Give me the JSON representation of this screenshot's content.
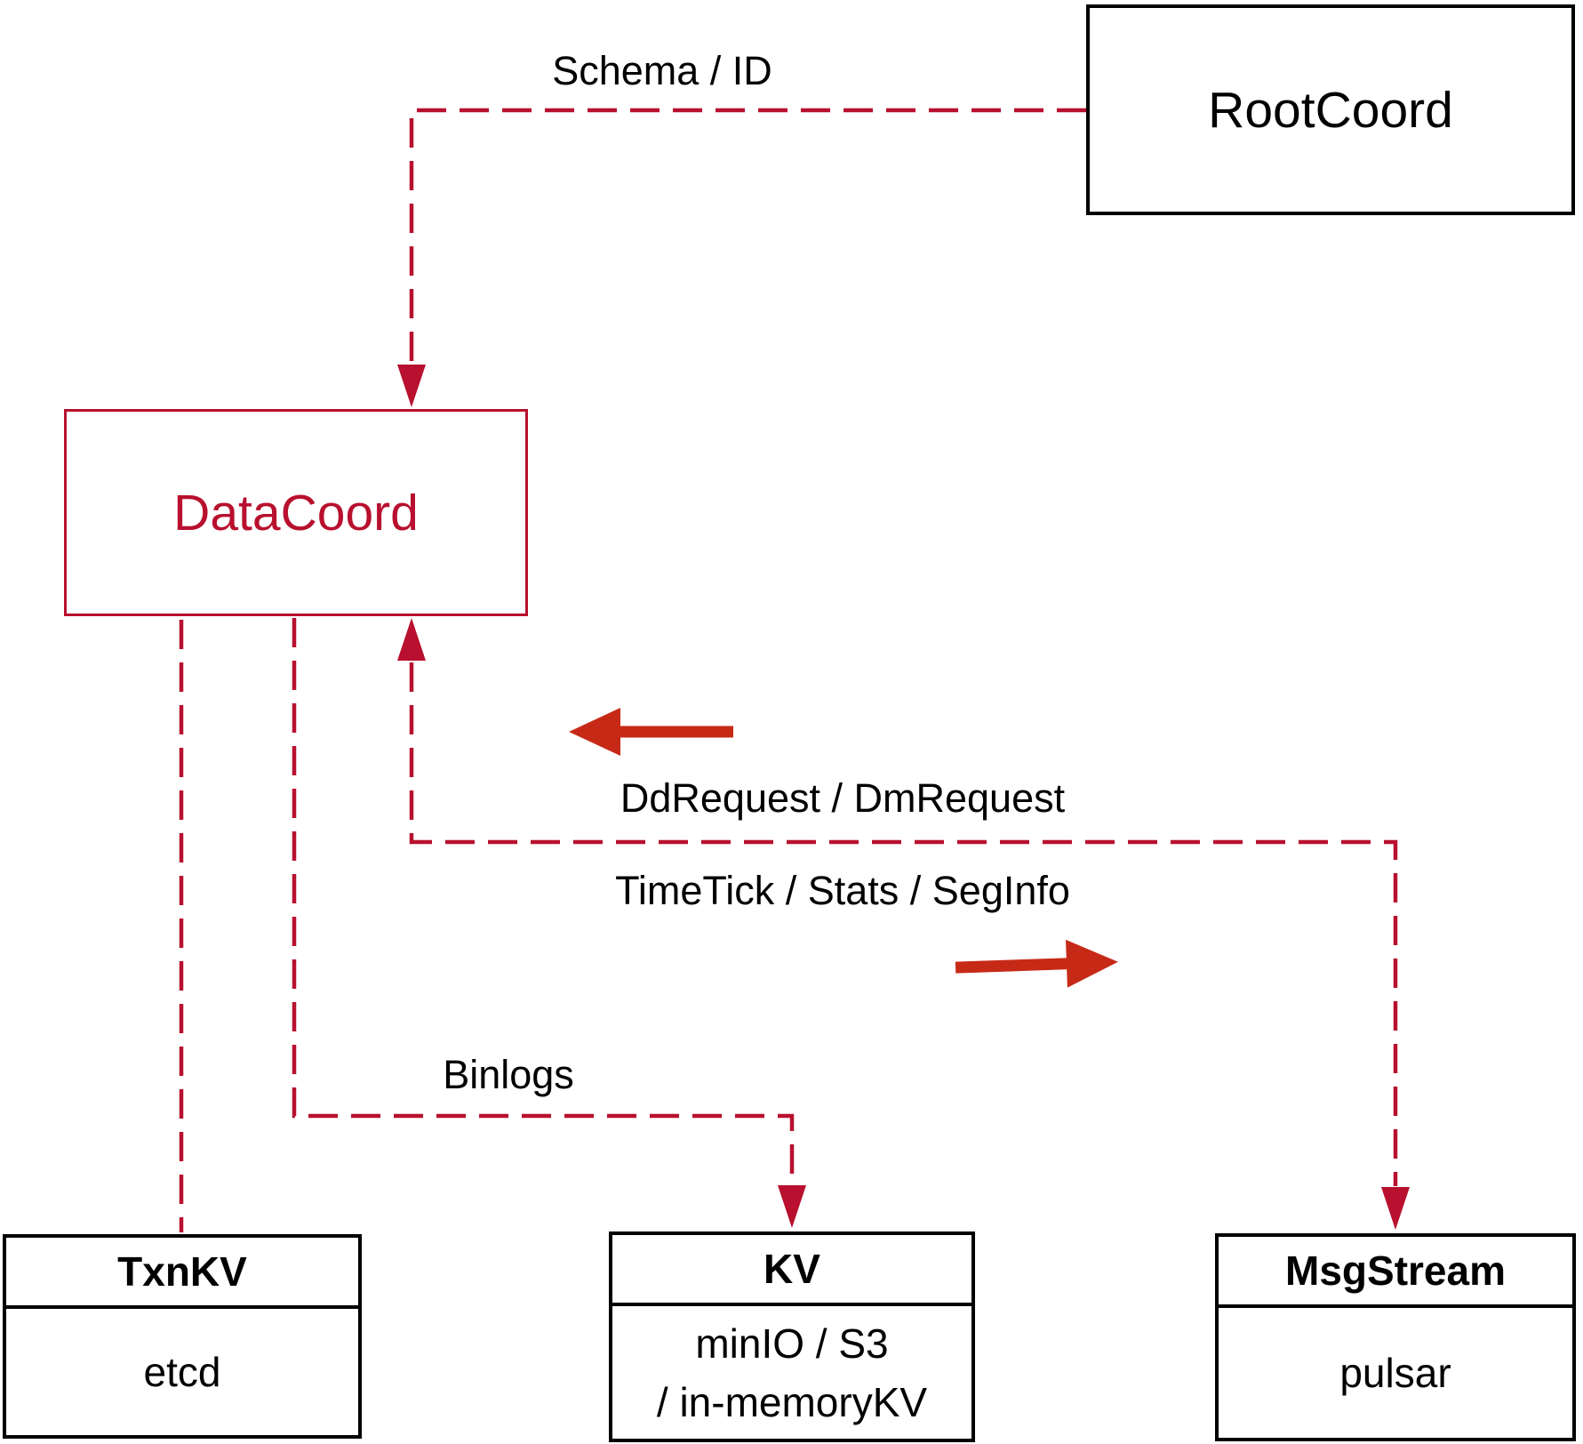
{
  "diagram": {
    "colors": {
      "dashed_connector": "#B8102E",
      "solid_arrow": "#C62A17",
      "box_border": "#000000",
      "accent_box": "#B8102E"
    },
    "nodes": {
      "root_coord": {
        "label": "RootCoord"
      },
      "data_coord": {
        "label": "DataCoord"
      },
      "txn_kv": {
        "title": "TxnKV",
        "body": [
          "etcd"
        ]
      },
      "kv": {
        "title": "KV",
        "body": [
          "minIO / S3",
          "/ in-memoryKV"
        ]
      },
      "msg_stream": {
        "title": "MsgStream",
        "body": [
          "pulsar"
        ]
      }
    },
    "edge_labels": {
      "schema_id": "Schema / ID",
      "dd_request": "DdRequest / DmRequest",
      "time_tick": "TimeTick / Stats / SegInfo",
      "binlogs": "Binlogs"
    }
  }
}
